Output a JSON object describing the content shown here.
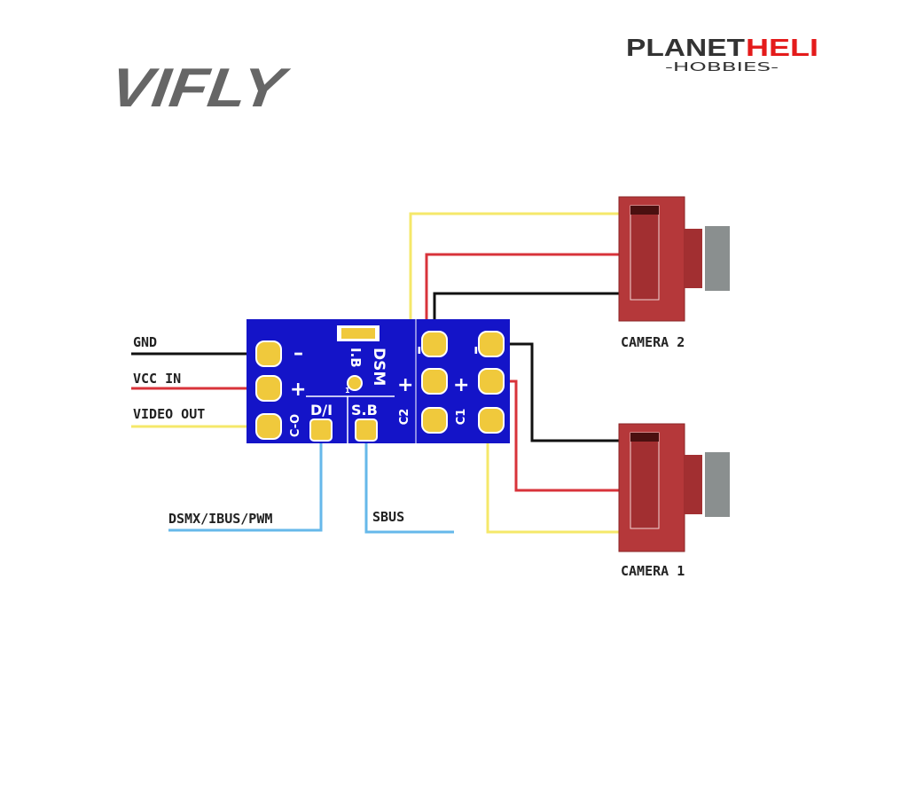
{
  "logos": {
    "left": "VIFLY",
    "right_main_dark": "PLANET",
    "right_main_red": "HELI",
    "right_sub": "-HOBBIES-"
  },
  "labels": {
    "gnd": "GND",
    "vcc_in": "VCC IN",
    "video_out": "VIDEO OUT",
    "dsmx": "DSMX/IBUS/PWM",
    "sbus": "SBUS",
    "camera2": "CAMERA 2",
    "camera1": "CAMERA 1"
  },
  "board": {
    "minus": "–",
    "plus": "+",
    "co": "C-O",
    "di": "D/I",
    "sb": "S.B",
    "dsm": "DSM",
    "ib": "I.B",
    "c2": "C2",
    "c1": "C1",
    "pad_one": "1"
  },
  "colors": {
    "board": "#1414c8",
    "pad": "#f0c93c",
    "camera": "#b5383a",
    "gnd": "#111111",
    "vcc": "#d8333a",
    "video": "#f5e86a",
    "signal": "#66b8ea"
  }
}
